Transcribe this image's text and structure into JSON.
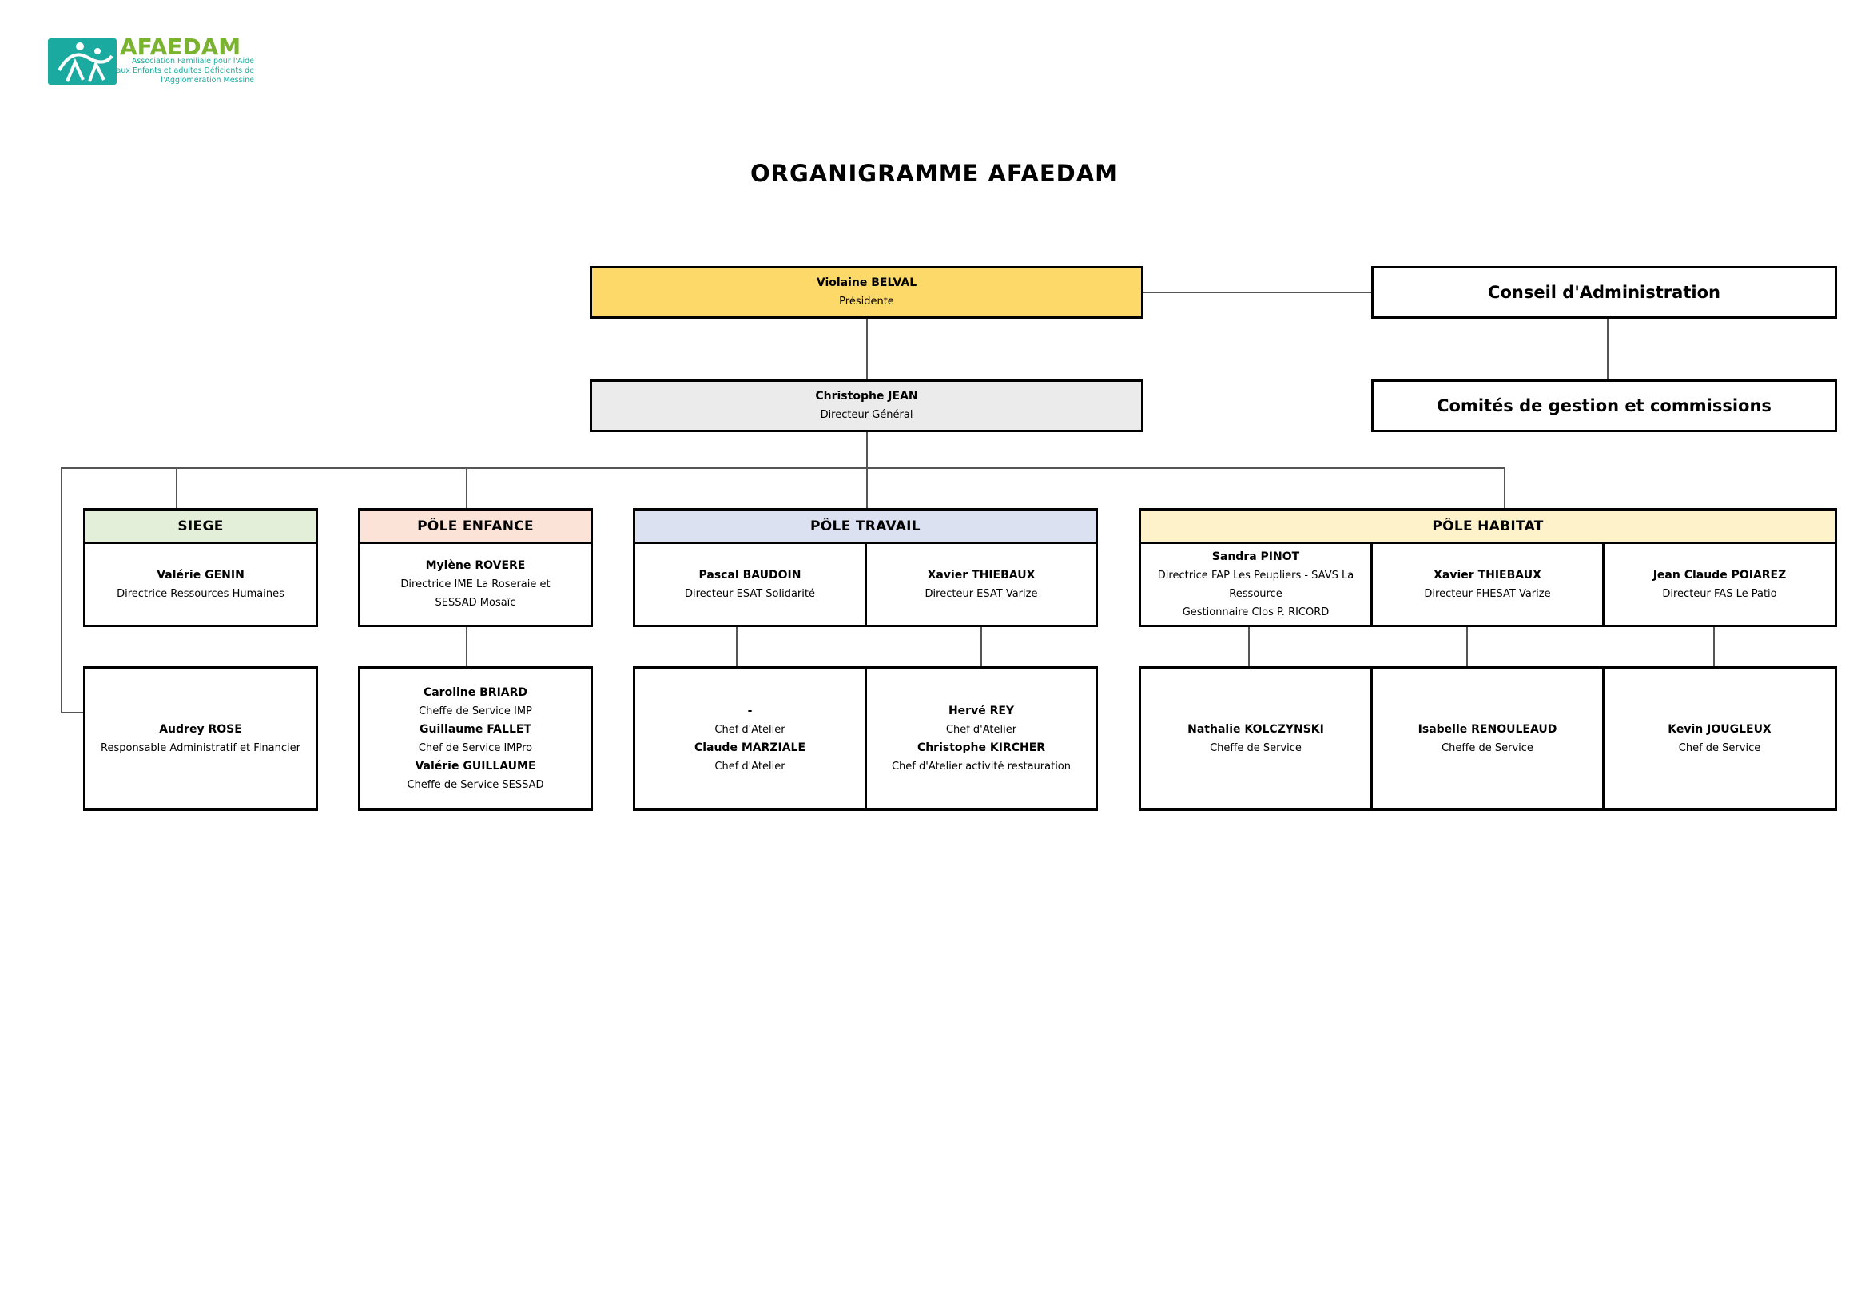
{
  "logo": {
    "name": "AFAEDAM",
    "subtitle_lines": [
      "Association Familiale pour l'Aide",
      "aux Enfants et adultes Déficients de",
      "l'Agglomération Messine"
    ]
  },
  "title": "ORGANIGRAMME AFAEDAM",
  "top": {
    "president": {
      "name": "Violaine BELVAL",
      "role": "Présidente",
      "color": "#fdd96a"
    },
    "director": {
      "name": "Christophe JEAN",
      "role": "Directeur Général",
      "color": "#ebebeb"
    },
    "board": "Conseil d'Administration",
    "committees": "Comités de gestion et commissions"
  },
  "poles": {
    "siege": {
      "label": "SIEGE",
      "color": "#e3efd9",
      "head": {
        "name": "Valérie GENIN",
        "role": "Directrice Ressources Humaines"
      },
      "sub": {
        "name": "Audrey ROSE",
        "role": "Responsable Administratif et Financier"
      }
    },
    "enfance": {
      "label": "PÔLE ENFANCE",
      "color": "#fbe3d7",
      "head": {
        "name": "Mylène ROVERE",
        "role_lines": [
          "Directrice IME La Roseraie et",
          "SESSAD Mosaïc"
        ]
      },
      "subs": [
        {
          "name": "Caroline BRIARD",
          "role": "Cheffe de Service IMP"
        },
        {
          "name": "Guillaume FALLET",
          "role": "Chef de Service IMPro"
        },
        {
          "name": "Valérie GUILLAUME",
          "role": "Cheffe de Service SESSAD"
        }
      ]
    },
    "travail": {
      "label": "PÔLE TRAVAIL",
      "color": "#dce1f2",
      "heads": [
        {
          "name": "Pascal BAUDOIN",
          "role": "Directeur ESAT Solidarité"
        },
        {
          "name": "Xavier THIEBAUX",
          "role": "Directeur ESAT Varize"
        }
      ],
      "subs_left": [
        {
          "name": "-",
          "role": "Chef d'Atelier"
        },
        {
          "name": "Claude MARZIALE",
          "role": "Chef d'Atelier"
        }
      ],
      "subs_right": [
        {
          "name": "Hervé REY",
          "role": "Chef d'Atelier"
        },
        {
          "name": "Christophe KIRCHER",
          "role": "Chef d'Atelier activité restauration"
        }
      ]
    },
    "habitat": {
      "label": "PÔLE HABITAT",
      "color": "#fef2cb",
      "heads": [
        {
          "name": "Sandra PINOT",
          "role_lines": [
            "Directrice FAP Les Peupliers - SAVS La",
            "Ressource",
            "Gestionnaire Clos P. RICORD"
          ]
        },
        {
          "name": "Xavier THIEBAUX",
          "role": "Directeur FHESAT Varize"
        },
        {
          "name": "Jean Claude POIAREZ",
          "role": "Directeur FAS Le Patio"
        }
      ],
      "subs": [
        {
          "name": "Nathalie KOLCZYNSKI",
          "role": "Cheffe de Service"
        },
        {
          "name": "Isabelle RENOULEAUD",
          "role": "Cheffe de Service"
        },
        {
          "name": "Kevin JOUGLEUX",
          "role": "Chef de Service"
        }
      ]
    }
  }
}
